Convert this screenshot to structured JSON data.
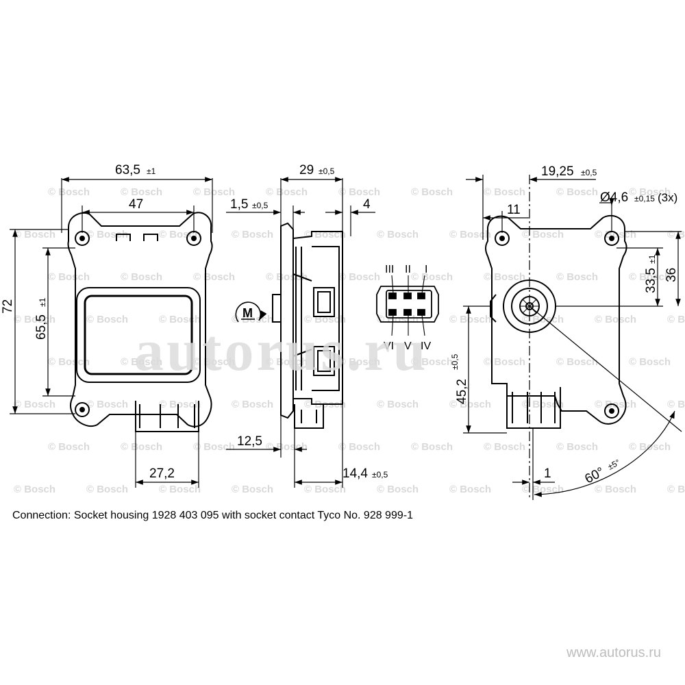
{
  "watermark": {
    "small": "© Bosch",
    "big": "autorus.ru"
  },
  "caption": "Connection: Socket housing 1928 403 095 with socket contact Tyco No. 928 999-1",
  "site_url": "www.autorus.ru",
  "motor_symbol": "M",
  "front_view": {
    "width_total": "63,5",
    "width_total_tol": "±1",
    "hole_spacing": "47",
    "height_total": "72",
    "height_holes": "65,5",
    "height_holes_tol": "±1",
    "connector_width": "27,2"
  },
  "side_view": {
    "depth_total": "29",
    "depth_total_tol": "±0,5",
    "flange": "1,5",
    "flange_tol": "±0,5",
    "right_offset": "4",
    "lower_offset": "12,5",
    "connector_depth": "14,4",
    "connector_depth_tol": "±0,5"
  },
  "connector_pins": {
    "top": [
      "III",
      "II",
      "I"
    ],
    "bottom": [
      "VI",
      "V",
      "IV"
    ]
  },
  "rear_view": {
    "shaft_offset": "19,25",
    "shaft_offset_tol": "±0,5",
    "hole_dia": "Ø4,6",
    "hole_dia_tol": "±0,15",
    "hole_count": "(3x)",
    "hole_offset": "11",
    "shaft_to_top_hole": "33,5",
    "shaft_to_top_hole_tol": "±1",
    "height_right": "36",
    "shaft_height": "45,2",
    "shaft_height_tol": "±0,5",
    "pin_offset": "1",
    "angle": "60°",
    "angle_tol": "±5°"
  }
}
